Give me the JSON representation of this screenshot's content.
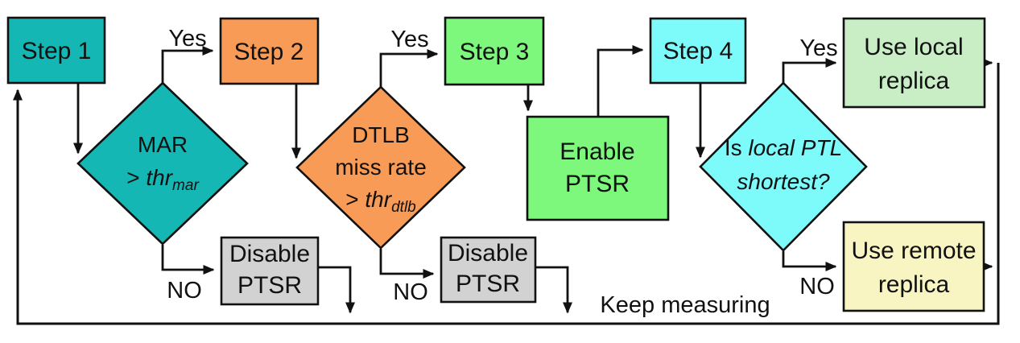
{
  "colors": {
    "teal": "#14B7B3",
    "orange": "#F89B56",
    "green": "#7DF87D",
    "cyan": "#7DFBFB",
    "pale_green": "#C9EEC6",
    "pale_yellow": "#F8F5C2",
    "gray": "#D2D2D2",
    "line": "#111111"
  },
  "nodes": {
    "step1": {
      "label": "Step 1"
    },
    "step2": {
      "label": "Step 2"
    },
    "step3": {
      "label": "Step 3"
    },
    "step4": {
      "label": "Step 4"
    },
    "enable_ptsr": {
      "line1": "Enable",
      "line2": "PTSR"
    },
    "disable_ptsr_1": {
      "line1": "Disable",
      "line2": "PTSR"
    },
    "disable_ptsr_2": {
      "line1": "Disable",
      "line2": "PTSR"
    },
    "use_local": {
      "line1": "Use local",
      "line2": "replica"
    },
    "use_remote": {
      "line1": "Use remote",
      "line2": "replica"
    }
  },
  "decisions": {
    "mar": {
      "line1": "MAR",
      "compare_prefix": "> ",
      "threshold_base": "thr",
      "threshold_sub": "mar"
    },
    "dtlb": {
      "line1": "DTLB",
      "line2": "miss rate",
      "compare_prefix": "> ",
      "threshold_base": "thr",
      "threshold_sub": "dtlb"
    },
    "ptl": {
      "line1_prefix": "Is ",
      "line1_italic": "local PTL",
      "line2_italic": "shortest?"
    }
  },
  "edge_labels": {
    "yes1": "Yes",
    "yes2": "Yes",
    "yes3": "Yes",
    "no1": "NO",
    "no2": "NO",
    "no3": "NO",
    "keep_measuring": "Keep measuring"
  }
}
